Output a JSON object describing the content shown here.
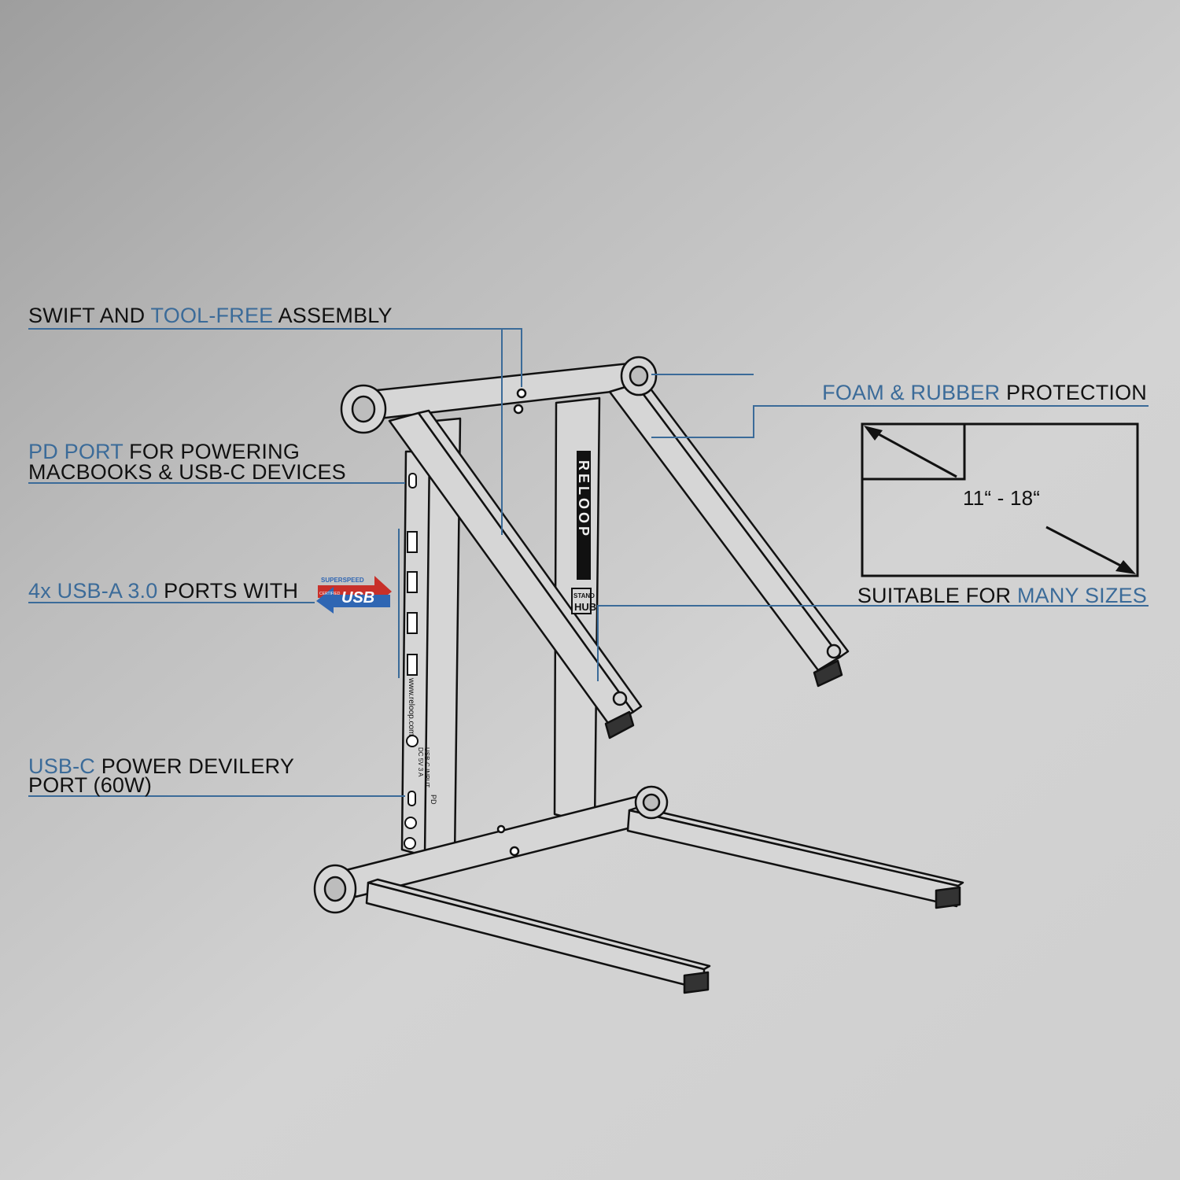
{
  "annotations": {
    "assembly": {
      "part1": "SWIFT AND ",
      "part2": "TOOL-FREE",
      "part3": " ASSEMBLY"
    },
    "pd_port": {
      "part1": "PD PORT",
      "part2": " FOR POWERING",
      "line2": "MACBOOKS & USB-C DEVICES"
    },
    "usb_a": {
      "part1": "4x USB-A 3.0",
      "part2": " PORTS WITH"
    },
    "usb_c_power": {
      "part1": "USB-C",
      "part2": " POWER DEVILERY",
      "line2": "PORT (60W)"
    },
    "foam": {
      "part1": "FOAM & RUBBER",
      "part2": " PROTECTION"
    },
    "sizes": {
      "part1": "SUITABLE FOR ",
      "part2": "MANY SIZES",
      "range": "11“ - 18“"
    }
  },
  "usb_logo": {
    "top": "SUPERSPEED",
    "main": "USB",
    "small": "CERTIFIED"
  },
  "product": {
    "brand": "RELOOP",
    "badge_line1": "STAND",
    "badge_line2": "HUB",
    "website": "www.reloop.com",
    "input_label": "USB-C INPUT",
    "input_spec": "DC 5V 3 A",
    "pd_mark": "PD"
  },
  "colors": {
    "accent": "#3b6b99",
    "leader": "#3b6b99",
    "text": "#111111"
  }
}
